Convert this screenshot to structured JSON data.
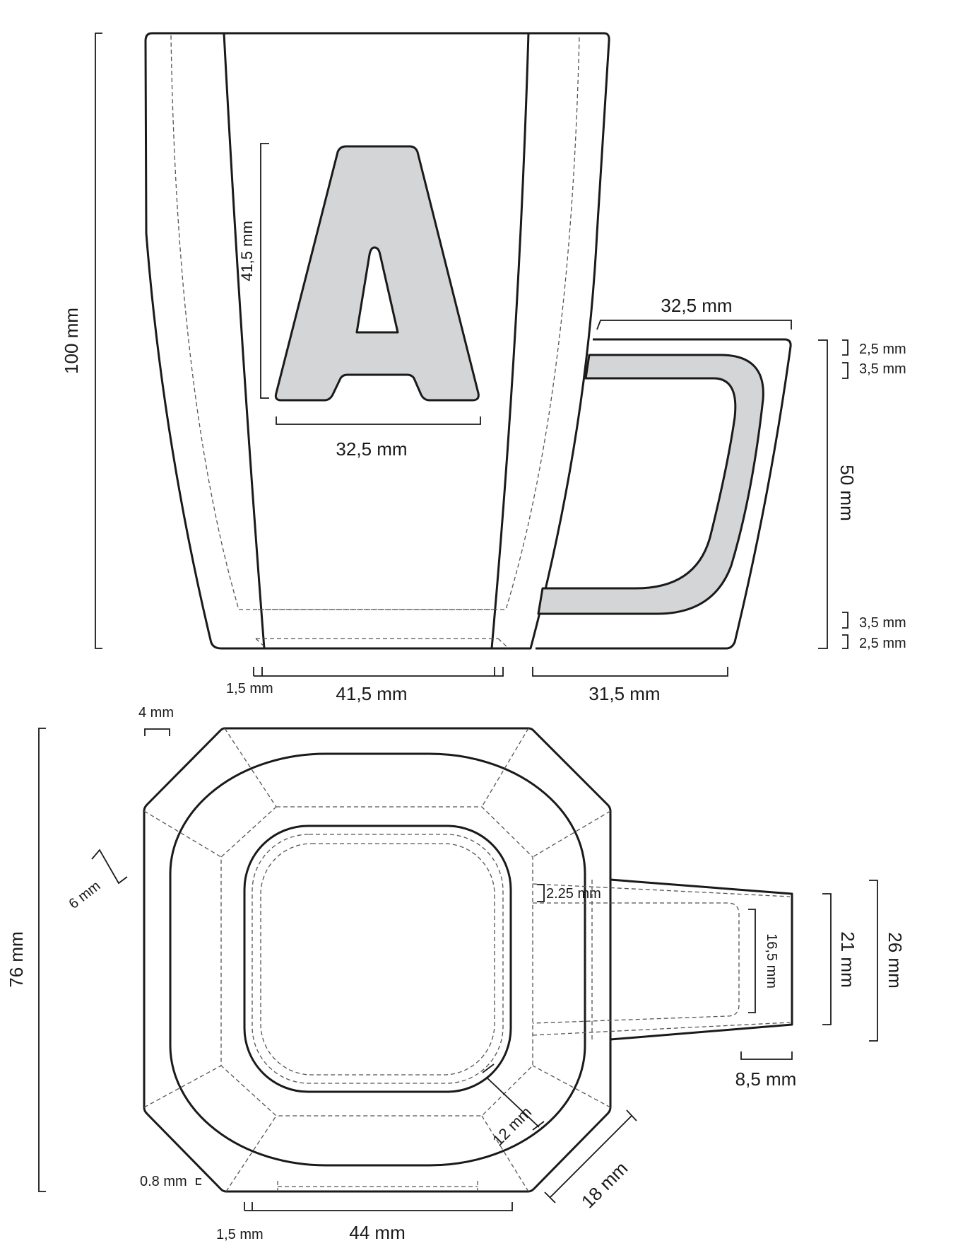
{
  "side_view": {
    "height_label": "100 mm",
    "letter_glyph": "A",
    "letter_height_label": "41,5 mm",
    "letter_width_label": "32,5 mm",
    "handle_width_label": "32,5 mm",
    "handle_top_outer_label": "2,5 mm",
    "handle_top_inner_label": "3,5 mm",
    "handle_span_label": "50 mm",
    "handle_bottom_inner_label": "3,5 mm",
    "handle_bottom_outer_label": "2,5 mm",
    "base_wall_label": "1,5 mm",
    "base_width_label": "41,5 mm",
    "handle_depth_label": "31,5 mm"
  },
  "top_view": {
    "depth_label": "76 mm",
    "corner_top_label": "4 mm",
    "chamfer_label": "6 mm",
    "handle_wall_label": "2.25 mm",
    "handle_inner_label": "16,5 mm",
    "handle_mid_label": "21 mm",
    "handle_outer_label": "26 mm",
    "handle_end_label": "8,5 mm",
    "inner_chamfer_label": "12 mm",
    "outer_chamfer_label": "18 mm",
    "rim_label": "0.8 mm",
    "wall_label": "1,5 mm",
    "width_label": "44 mm"
  },
  "colors": {
    "line": "#1a1a1a",
    "fill": "#d4d5d7"
  }
}
